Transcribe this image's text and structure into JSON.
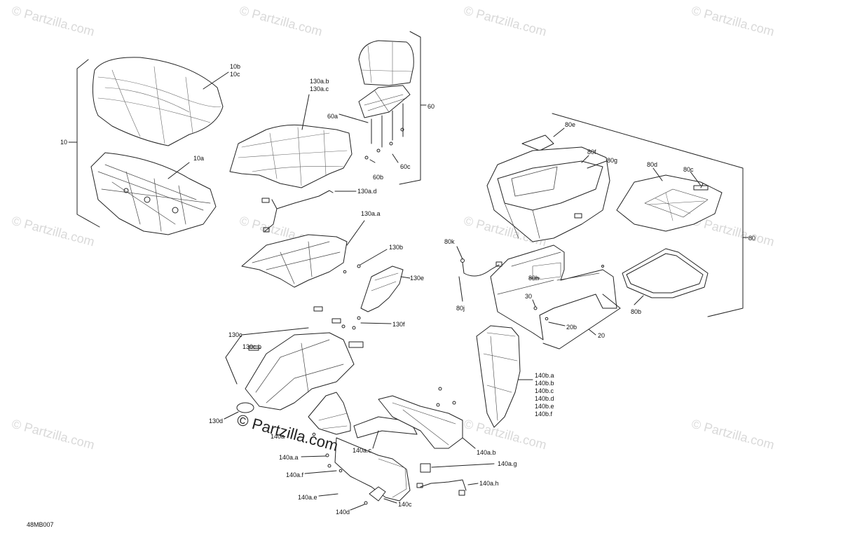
{
  "diagram": {
    "code": "48MB007",
    "labels": {
      "l10": "10",
      "l10b": "10b",
      "l10c": "10c",
      "l10a": "10a",
      "l130ab": "130a.b",
      "l130ac": "130a.c",
      "l60": "60",
      "l60a": "60a",
      "l60b": "60b",
      "l60c": "60c",
      "l130ad": "130a.d",
      "l130aa": "130a.a",
      "l130b": "130b",
      "l130e": "130e",
      "l130f": "130f",
      "l130c": "130c",
      "l130cb": "130c.b",
      "l130d": "130d",
      "l140a": "140a",
      "l140aa": "140a.a",
      "l140ac": "140a.c",
      "l140ab": "140a.b",
      "l140af": "140a.f",
      "l140ae": "140a.e",
      "l140d": "140d",
      "l140c": "140c",
      "l140ag": "140a.g",
      "l140ah": "140a.h",
      "l140ba": "140b.a",
      "l140bb": "140b.b",
      "l140bc": "140b.c",
      "l140bd": "140b.d",
      "l140be": "140b.e",
      "l140bf": "140b.f",
      "l80e": "80e",
      "l80f": "80f",
      "l80g": "80g",
      "l80d": "80d",
      "l80c": "80c",
      "l80": "80",
      "l80k": "80k",
      "l80h": "80h",
      "l80j": "80j",
      "l80b": "80b",
      "l30": "30",
      "l20b": "20b",
      "l20": "20"
    },
    "watermark": "© Partzilla.com",
    "watermark_overlay": "© Partzilla.com"
  }
}
